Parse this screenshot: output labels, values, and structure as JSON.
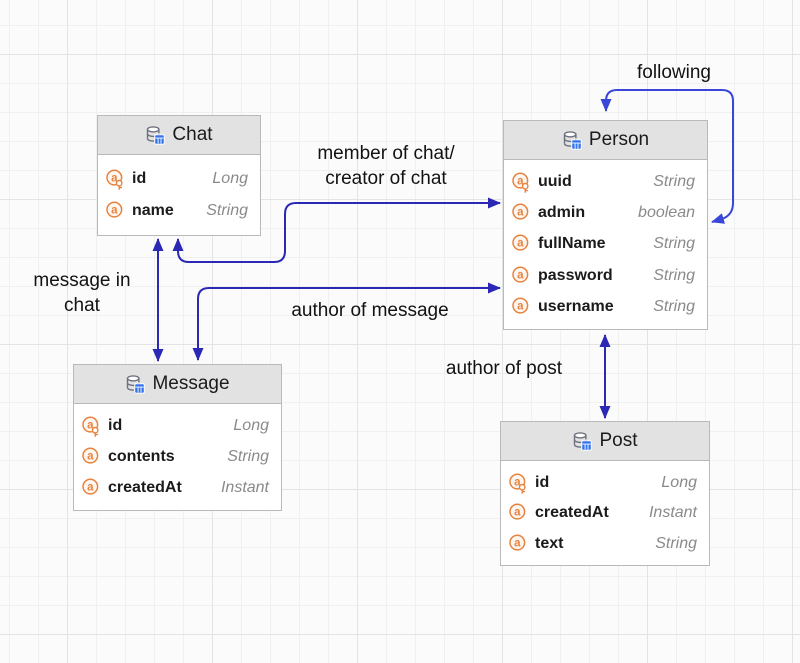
{
  "colors": {
    "edge": "#2A28B5",
    "edge_following": "#3A45D9",
    "header_bg": "#e2e2e2",
    "box_border": "#b9b9b9",
    "box_bg": "#ffffff",
    "field_type_text": "#8a8a8a",
    "attr_icon_orange": "#E8823D",
    "table_icon_blue": "#3574F0",
    "db_icon_gray": "#6c707e",
    "label_text": "#121212"
  },
  "icons": {
    "entity_header": "database-table-icon",
    "attribute": "attribute-icon",
    "attribute_pk": "attribute-primary-key-icon",
    "attribute_letter": "a"
  },
  "entities": [
    {
      "name": "Chat",
      "fields": [
        {
          "name": "id",
          "type": "Long",
          "pk": true
        },
        {
          "name": "name",
          "type": "String",
          "pk": false
        }
      ]
    },
    {
      "name": "Person",
      "fields": [
        {
          "name": "uuid",
          "type": "String",
          "pk": true
        },
        {
          "name": "admin",
          "type": "boolean",
          "pk": false
        },
        {
          "name": "fullName",
          "type": "String",
          "pk": false
        },
        {
          "name": "password",
          "type": "String",
          "pk": false
        },
        {
          "name": "username",
          "type": "String",
          "pk": false
        }
      ]
    },
    {
      "name": "Message",
      "fields": [
        {
          "name": "id",
          "type": "Long",
          "pk": true
        },
        {
          "name": "contents",
          "type": "String",
          "pk": false
        },
        {
          "name": "createdAt",
          "type": "Instant",
          "pk": false
        }
      ]
    },
    {
      "name": "Post",
      "fields": [
        {
          "name": "id",
          "type": "Long",
          "pk": true
        },
        {
          "name": "createdAt",
          "type": "Instant",
          "pk": false
        },
        {
          "name": "text",
          "type": "String",
          "pk": false
        }
      ]
    }
  ],
  "relationships": [
    {
      "name": "following",
      "from": "Person",
      "to": "Person",
      "label_lines": [
        "following"
      ]
    },
    {
      "name": "member-creator-of-chat",
      "from": "Person",
      "to": "Chat",
      "label_lines": [
        "member of chat/",
        "creator of chat"
      ]
    },
    {
      "name": "message-in-chat",
      "from": "Message",
      "to": "Chat",
      "label_lines": [
        "message in",
        "chat"
      ]
    },
    {
      "name": "author-of-message",
      "from": "Message",
      "to": "Person",
      "label_lines": [
        "author of message"
      ]
    },
    {
      "name": "author-of-post",
      "from": "Post",
      "to": "Person",
      "label_lines": [
        "author of post"
      ]
    }
  ]
}
